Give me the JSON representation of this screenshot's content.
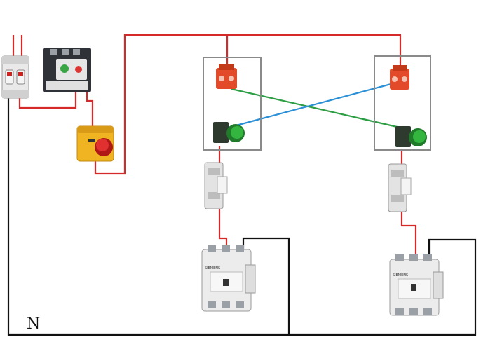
{
  "labels": {
    "neutral": "N",
    "contactor_brand_left": "SIEMENS",
    "contactor_brand_right": "SIEMENS"
  },
  "colors": {
    "phase_wire": "#d42a2a",
    "neutral_wire": "#111111",
    "cross_wire_green": "#2e9e45",
    "cross_wire_blue": "#2b8fd6",
    "stop_button": "#e24a2a",
    "start_button": "#2fa83a",
    "estop_housing": "#f0b321",
    "enclosure_frame": "#8a8a8a"
  },
  "components": [
    {
      "name": "circuit-breaker",
      "icon": "two-pole-breaker"
    },
    {
      "name": "thermal-overload-relay",
      "icon": "overload-relay"
    },
    {
      "name": "emergency-stop",
      "icon": "mushroom-stop-button"
    },
    {
      "name": "station-1",
      "icon": "push-button-station"
    },
    {
      "name": "station-2",
      "icon": "push-button-station"
    },
    {
      "name": "auxiliary-contact-1",
      "icon": "aux-contact-block"
    },
    {
      "name": "auxiliary-contact-2",
      "icon": "aux-contact-block"
    },
    {
      "name": "contactor-1",
      "icon": "contactor"
    },
    {
      "name": "contactor-2",
      "icon": "contactor"
    }
  ]
}
